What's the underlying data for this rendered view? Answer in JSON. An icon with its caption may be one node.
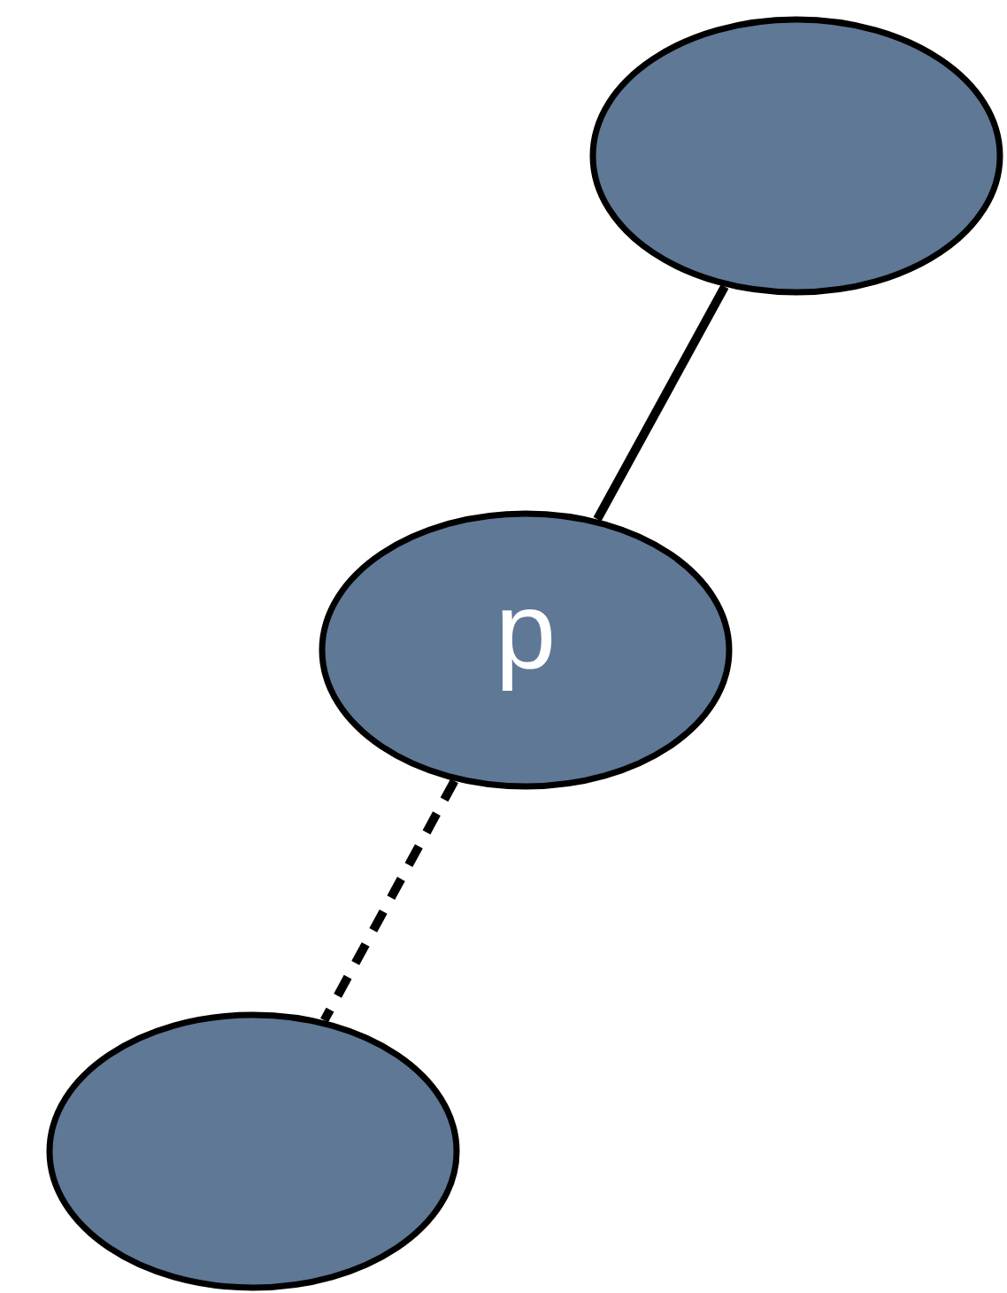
{
  "diagram": {
    "nodes": [
      {
        "text": [],
        "shape": "ellipse"
      },
      {
        "text": [
          "p"
        ]
      },
      {
        "text": [],
        "shape": "ellipse"
      }
    ],
    "edges": [
      {
        "from": 0,
        "to": 1,
        "arrow": "none"
      },
      {
        "from": 1,
        "to": 2,
        "arrow": "none",
        "style": "dashed"
      }
    ]
  }
}
